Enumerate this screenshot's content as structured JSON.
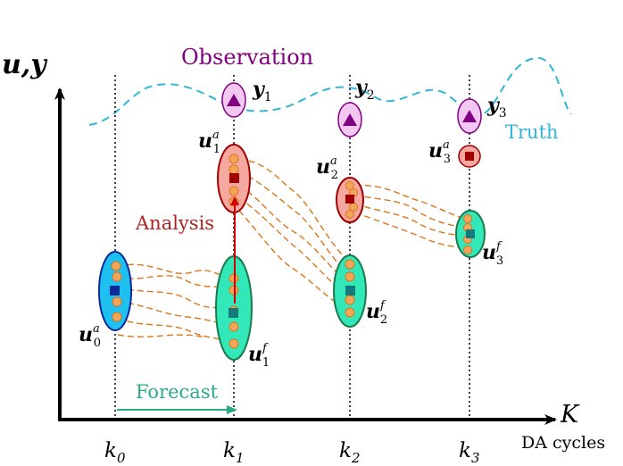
{
  "labels": {
    "y_axis": "u,y",
    "x_axis": "K",
    "x_axis_caption": "DA cycles",
    "observation": "Observation",
    "truth": "Truth",
    "analysis": "Analysis",
    "forecast": "Forecast"
  },
  "ticks": [
    {
      "base": "k",
      "sub": "0"
    },
    {
      "base": "k",
      "sub": "1"
    },
    {
      "base": "k",
      "sub": "2"
    },
    {
      "base": "k",
      "sub": "3"
    }
  ],
  "observations": [
    {
      "base": "y",
      "sub": "1"
    },
    {
      "base": "y",
      "sub": "2"
    },
    {
      "base": "y",
      "sub": "3"
    }
  ],
  "analysis_states": [
    {
      "base": "u",
      "sub": "0",
      "sup": "a"
    },
    {
      "base": "u",
      "sub": "1",
      "sup": "a"
    },
    {
      "base": "u",
      "sub": "2",
      "sup": "a"
    },
    {
      "base": "u",
      "sub": "3",
      "sup": "a"
    }
  ],
  "forecast_states": [
    {
      "base": "u",
      "sub": "1",
      "sup": "f"
    },
    {
      "base": "u",
      "sub": "2",
      "sup": "f"
    },
    {
      "base": "u",
      "sub": "3",
      "sup": "f"
    }
  ],
  "colors": {
    "observation_text": "#800080",
    "observation_fill": "#f2c8f2",
    "observation_marker": "#800080",
    "truth": "#33b5d6",
    "analysis_text": "#b22222",
    "analysis_fill": "#f4a8a0",
    "analysis_marker": "#a00000",
    "analysis_initial_fill": "#1ec0f0",
    "analysis_initial_marker": "#0a2a9a",
    "forecast_fill": "#33e8b8",
    "forecast_marker": "#127a7a",
    "forecast_arrow": "#2aaa88",
    "member": "#f5a55a",
    "trajectory": "#d9771a",
    "axis": "#000000"
  }
}
